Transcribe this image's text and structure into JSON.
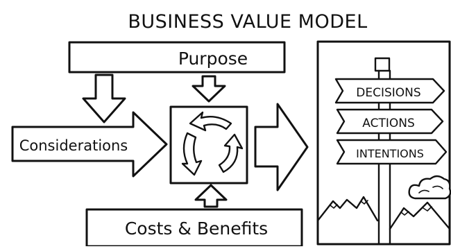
{
  "title": "BUSINESS VALUE MODEL",
  "inputs": {
    "purpose": "Purpose",
    "considerations": "Considerations",
    "costs_benefits": "Costs & Benefits"
  },
  "signpost": {
    "decisions": "DECISIONS",
    "actions": "ACTIONS",
    "intentions": "INTENTIONS"
  },
  "icons": {
    "center": "cycle-arrows-icon",
    "flow": "arrow-right-icon",
    "scenery": [
      "mountain-icon",
      "cloud-icon"
    ]
  }
}
